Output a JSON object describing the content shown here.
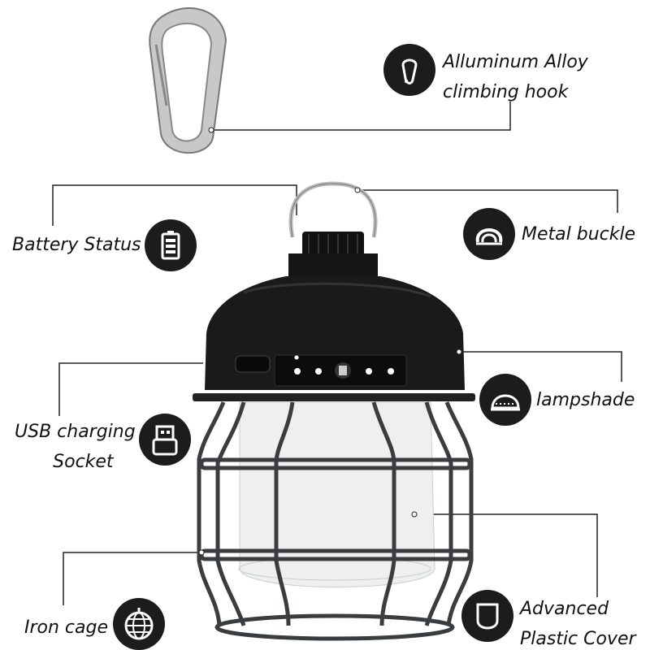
{
  "labels": {
    "hook": [
      "Alluminum Alloy",
      "climbing hook"
    ],
    "metal_buckle": "Metal buckle",
    "battery": "Battery Status",
    "lampshade": "lampshade",
    "usb": [
      "USB charging",
      "Socket"
    ],
    "iron_cage": "Iron cage",
    "plastic_cover": [
      "Advanced",
      "Plastic Cover"
    ]
  },
  "colors": {
    "icon_bg": "#1c1c1c",
    "line": "#222222",
    "lantern": "#1a1a1a",
    "cage": "#3a3d40"
  }
}
